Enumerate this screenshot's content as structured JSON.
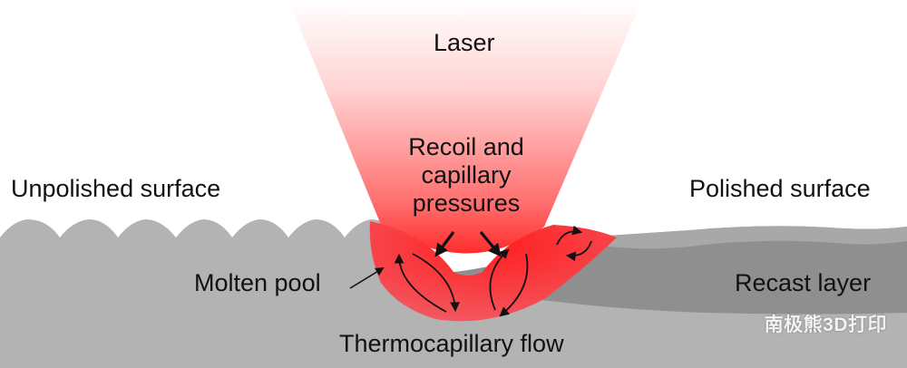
{
  "labels": {
    "laser": "Laser",
    "recoil_line1": "Recoil and",
    "recoil_line2": "capillary",
    "recoil_line3": "pressures",
    "unpolished": "Unpolished surface",
    "polished": "Polished surface",
    "molten_pool": "Molten pool",
    "recast_layer": "Recast layer",
    "thermocapillary": "Thermocapillary flow"
  },
  "watermark": "南极熊3D打印",
  "colors": {
    "laser_core": "#ff2d2d",
    "laser_fade": "#ffffff",
    "melt_pool": "#f7454f",
    "unpolished_material": "#b3b3b3",
    "recast_material": "#8f8f8f",
    "arrows": "#111111"
  }
}
